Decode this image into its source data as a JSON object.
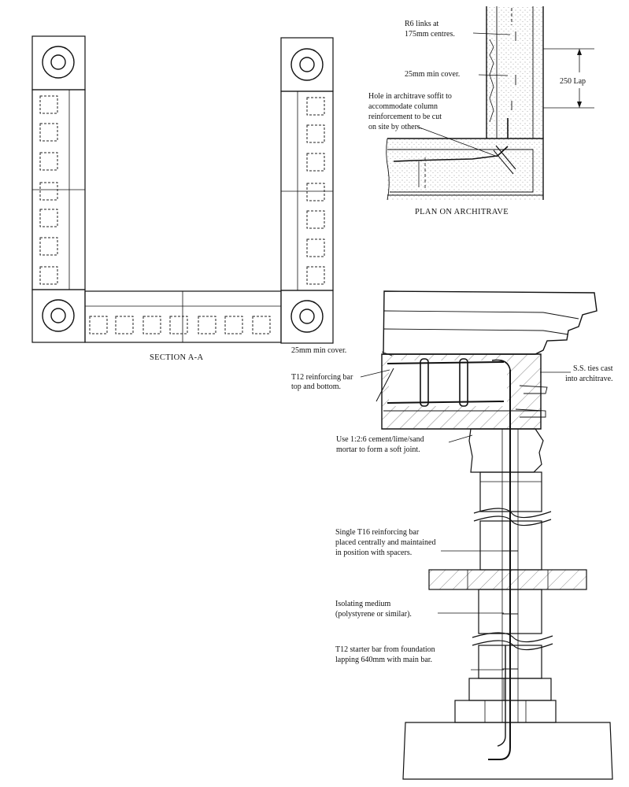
{
  "section_a_a": {
    "title": "SECTION A-A"
  },
  "plan_on_architrave": {
    "title": "PLAN ON ARCHITRAVE",
    "labels": {
      "links": [
        "R6 links at",
        "175mm centres."
      ],
      "cover": "25mm min cover.",
      "hole": [
        "Hole in architrave soffit to",
        "accommodate column",
        "reinforcement to be cut",
        "on site by others."
      ],
      "lap": "250 Lap"
    }
  },
  "elevation": {
    "labels": {
      "cover": "25mm min cover.",
      "t12_top_bottom": [
        "T12 reinforcing bar",
        "top and bottom."
      ],
      "ss_ties": [
        "S.S. ties cast",
        "into architrave."
      ],
      "mortar": [
        "Use 1:2:6 cement/lime/sand",
        "mortar to form a soft joint."
      ],
      "t16_bar": [
        "Single T16 reinforcing bar",
        "placed centrally and maintained",
        "in position with spacers."
      ],
      "isolating": [
        "Isolating medium",
        "(polystyrene or similar)."
      ],
      "starter_bar": [
        "T12 starter bar from foundation",
        "lapping 640mm with main bar."
      ]
    }
  }
}
